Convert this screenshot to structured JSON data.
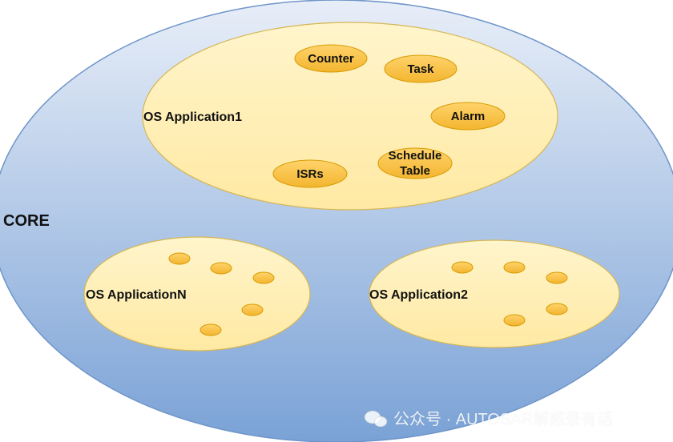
{
  "core": {
    "label": "CORE"
  },
  "applications": [
    {
      "label": "OS Application1",
      "objects": [
        "Counter",
        "Task",
        "Alarm",
        "ISRs",
        "Schedule",
        "Table"
      ]
    },
    {
      "label": "OS ApplicationN"
    },
    {
      "label": "OS Application2"
    }
  ],
  "watermark": {
    "text": "公众号 · AUTOSAR解惑录有话"
  },
  "colors": {
    "core_fill_top": "#e8eef8",
    "core_fill_bottom": "#7aa2d6",
    "core_stroke": "#6f95c9",
    "app_fill": "#fff1b8",
    "app_stroke": "#d6b656",
    "object_fill": "#f5c23e",
    "object_stroke": "#d79b00"
  }
}
